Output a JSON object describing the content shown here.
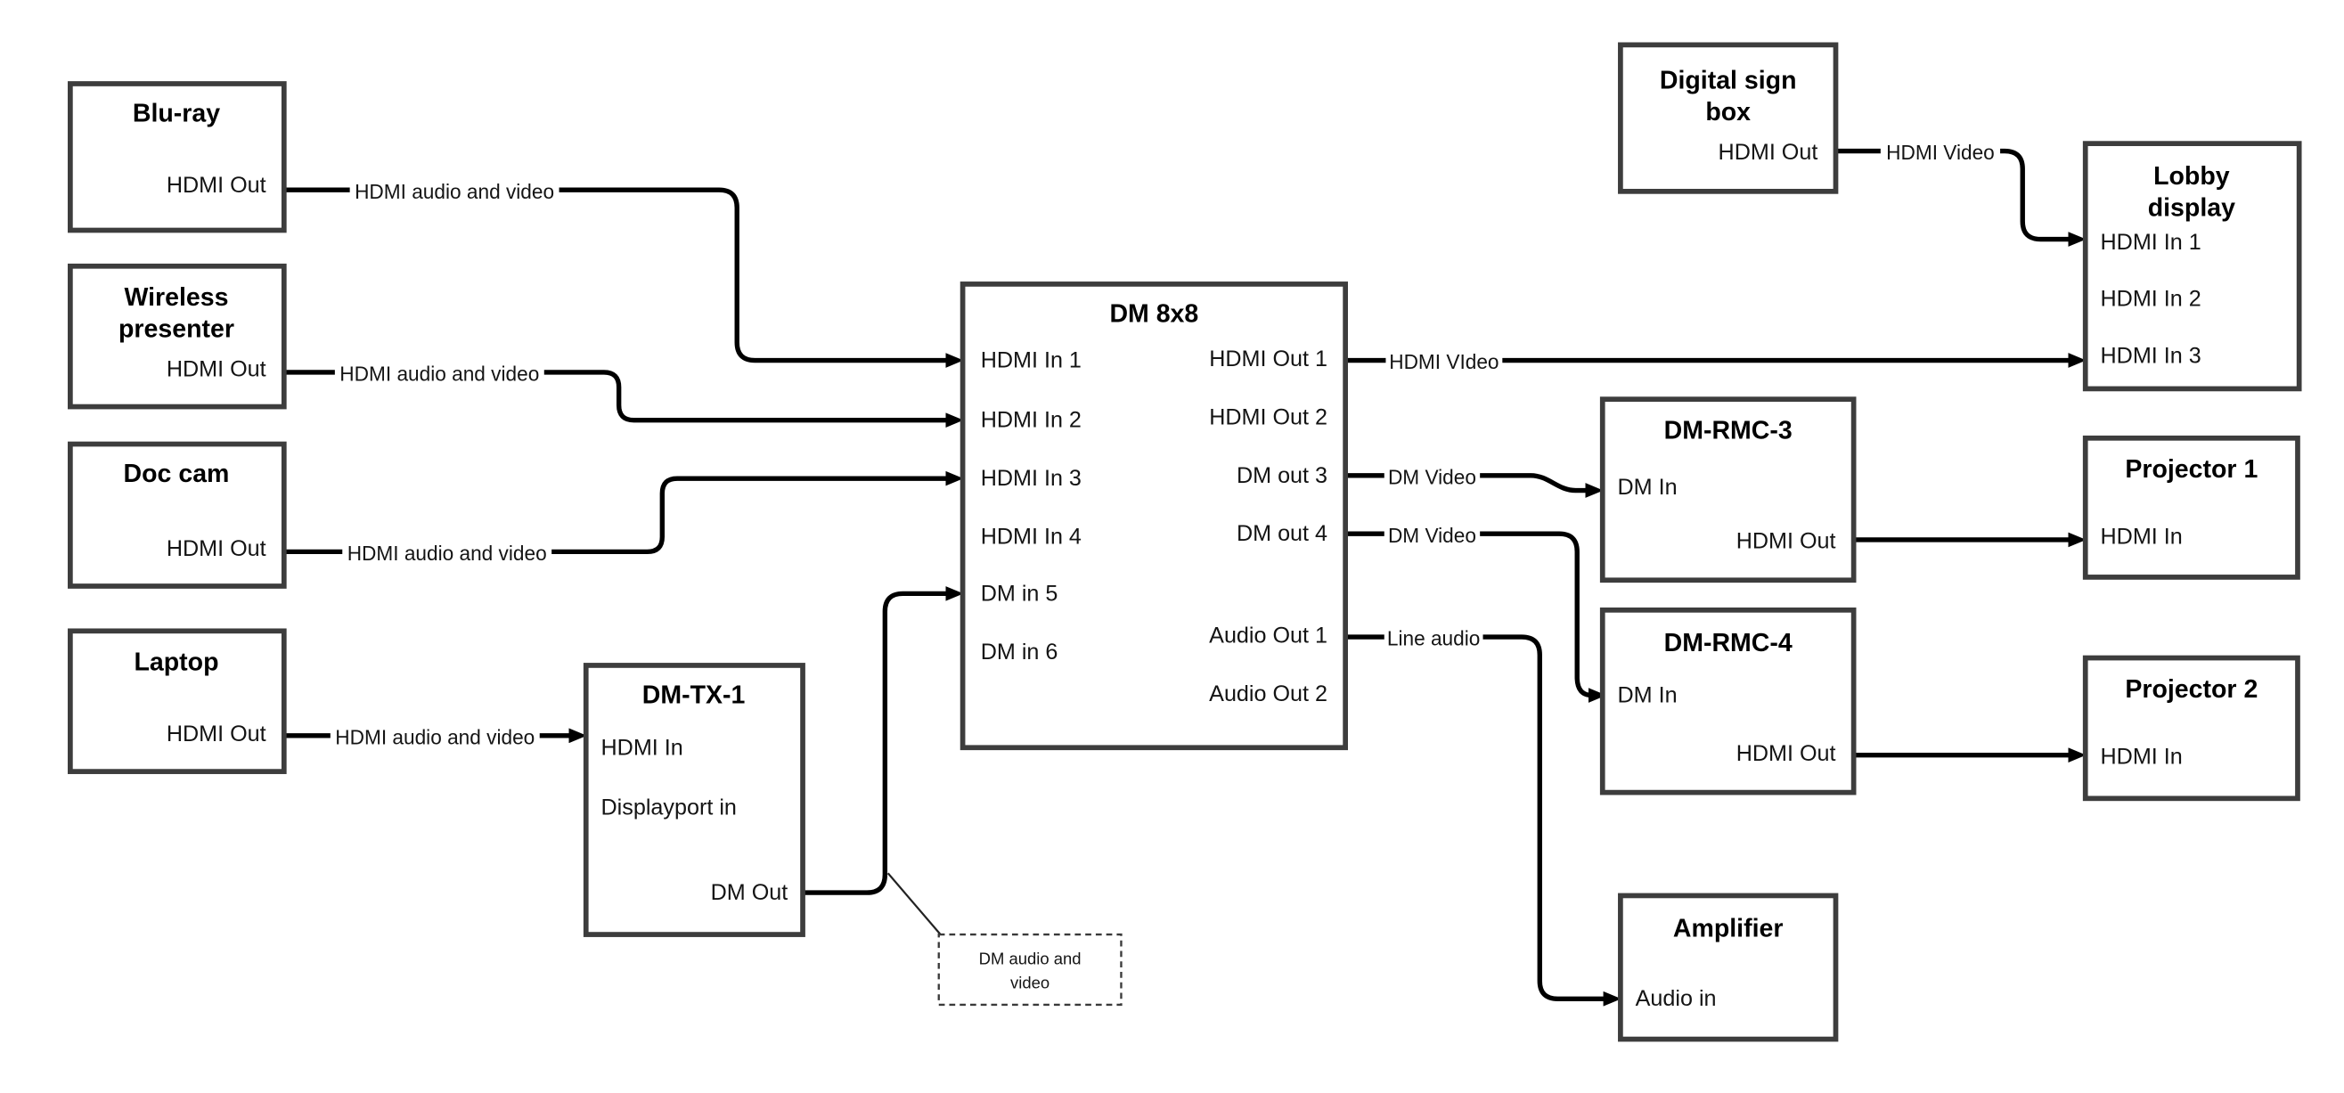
{
  "nodes": {
    "blu_ray": {
      "title": "Blu-ray",
      "port_out": "HDMI Out"
    },
    "wireless": {
      "title_lines": [
        "Wireless",
        "presenter"
      ],
      "port_out": "HDMI Out"
    },
    "doc_cam": {
      "title": "Doc cam",
      "port_out": "HDMI Out"
    },
    "laptop": {
      "title": "Laptop",
      "port_out": "HDMI Out"
    },
    "dm_tx_1": {
      "title": "DM-TX-1",
      "port_hdmi_in": "HDMI In",
      "port_dp_in": "Displayport in",
      "port_dm_out": "DM Out"
    },
    "dm_8x8": {
      "title": "DM 8x8",
      "inputs": [
        "HDMI In 1",
        "HDMI In 2",
        "HDMI In 3",
        "HDMI In 4",
        "DM in 5",
        "DM in 6"
      ],
      "outputs": [
        "HDMI Out 1",
        "HDMI Out 2",
        "DM out 3",
        "DM out 4",
        "Audio Out 1",
        "Audio Out 2"
      ]
    },
    "digital_sign": {
      "title_lines": [
        "Digital sign",
        "box"
      ],
      "port_out": "HDMI Out"
    },
    "lobby": {
      "title_lines": [
        "Lobby",
        "display"
      ],
      "inputs": [
        "HDMI In 1",
        "HDMI In 2",
        "HDMI In 3"
      ]
    },
    "dm_rmc_3": {
      "title": "DM-RMC-3",
      "port_in": "DM In",
      "port_out": "HDMI Out"
    },
    "projector_1": {
      "title": "Projector 1",
      "port_in": "HDMI In"
    },
    "dm_rmc_4": {
      "title": "DM-RMC-4",
      "port_in": "DM In",
      "port_out": "HDMI Out"
    },
    "projector_2": {
      "title": "Projector 2",
      "port_in": "HDMI In"
    },
    "amplifier": {
      "title": "Amplifier",
      "port_in": "Audio in"
    }
  },
  "wire_labels": {
    "hdmi_audio_video": "HDMI audio and video",
    "hdmi_video_out1": "HDMI VIdeo",
    "dm_video": "DM Video",
    "line_audio": "Line audio",
    "hdmi_video_sign": "HDMI Video"
  },
  "note": {
    "line1": "DM audio and",
    "line2": "video"
  },
  "colors": {
    "background": "#ffffff",
    "box_border": "#3d3d3d",
    "wire": "#000000",
    "text": "#141414"
  },
  "connections": [
    {
      "from": "Blu-ray HDMI Out",
      "to": "DM 8x8 HDMI In 1",
      "label": "HDMI audio and video"
    },
    {
      "from": "Wireless presenter HDMI Out",
      "to": "DM 8x8 HDMI In 2",
      "label": "HDMI audio and video"
    },
    {
      "from": "Doc cam HDMI Out",
      "to": "DM 8x8 HDMI In 3",
      "label": "HDMI audio and video"
    },
    {
      "from": "Laptop HDMI Out",
      "to": "DM-TX-1 HDMI In",
      "label": "HDMI audio and video"
    },
    {
      "from": "DM-TX-1 DM Out",
      "to": "DM 8x8 DM in 5",
      "label": "DM audio and video"
    },
    {
      "from": "DM 8x8 HDMI Out 1",
      "to": "Lobby display HDMI In 3",
      "label": "HDMI VIdeo"
    },
    {
      "from": "DM 8x8 DM out 3",
      "to": "DM-RMC-3 DM In",
      "label": "DM Video"
    },
    {
      "from": "DM 8x8 DM out 4",
      "to": "DM-RMC-4 DM In",
      "label": "DM Video"
    },
    {
      "from": "DM 8x8 Audio Out 1",
      "to": "Amplifier Audio in",
      "label": "Line audio"
    },
    {
      "from": "Digital sign box HDMI Out",
      "to": "Lobby display HDMI In 1",
      "label": "HDMI Video"
    },
    {
      "from": "DM-RMC-3 HDMI Out",
      "to": "Projector 1 HDMI In",
      "label": ""
    },
    {
      "from": "DM-RMC-4 HDMI Out",
      "to": "Projector 2 HDMI In",
      "label": ""
    }
  ]
}
